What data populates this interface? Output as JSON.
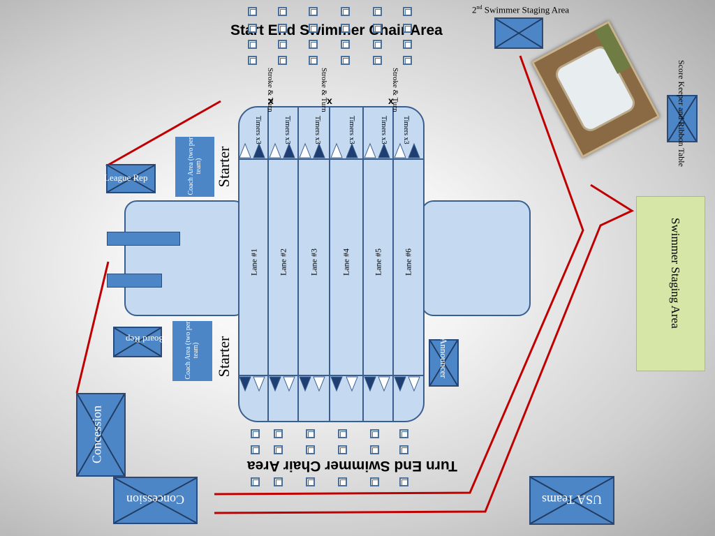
{
  "title_top": "Start End Swimmer Chair Area",
  "title_bottom": "Turn End Swimmer Chair Area",
  "second_staging": {
    "prefix": "2",
    "sup": "nd",
    "rest": " Swimmer Staging Area"
  },
  "scorekeeper": "Score Keeper and Ribbon Table",
  "swimmer_staging": "Swimmer Staging Area",
  "league_rep": "League Rep",
  "board_rep": "Board Rep",
  "announcer": "Announcer",
  "coach_area": "Coach Area (two per team)",
  "starter": "Starter",
  "stroke_turn": "Stroke & Turn",
  "x_mark": "x",
  "timers": "Timers x3",
  "lanes": [
    "Lane #1",
    "Lane #2",
    "Lane #3",
    "Lane #4",
    "Lane #5",
    "Lane #6"
  ],
  "concession": "Concession",
  "usa_teams": "USA Teams",
  "colors": {
    "pool_fill": "#c5daf1",
    "pool_stroke": "#3a5f8f",
    "box_fill": "#4d86c6",
    "line_red": "#c00000",
    "staging_green": "#d5e6a6"
  }
}
